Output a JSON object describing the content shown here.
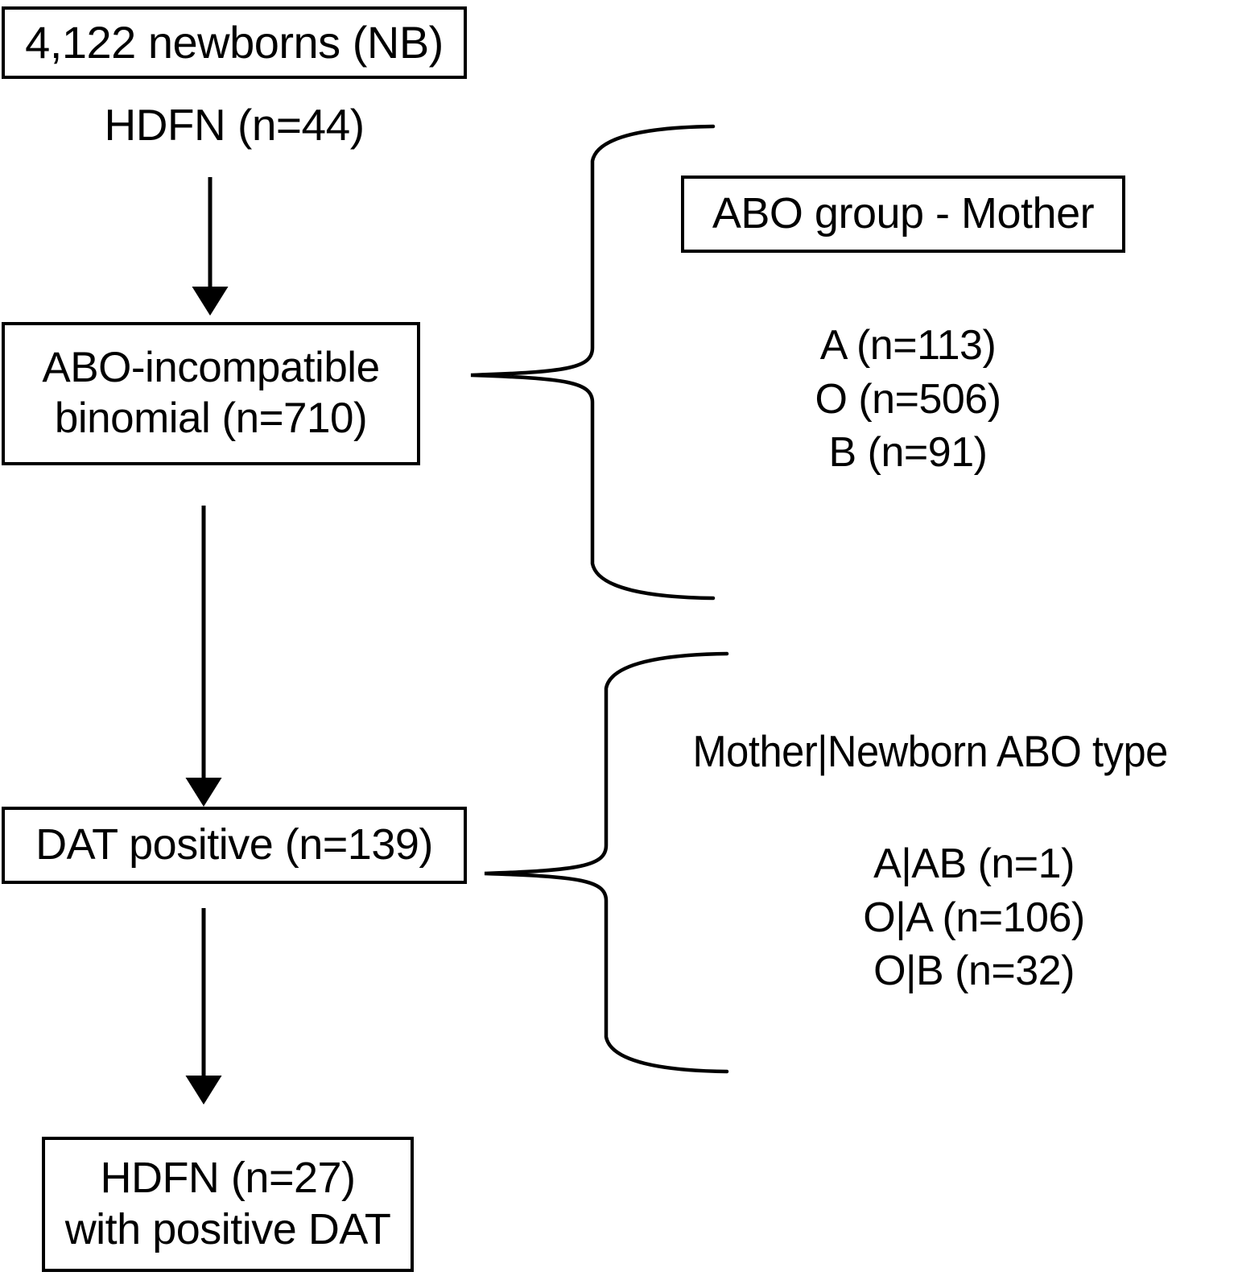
{
  "diagram": {
    "title_flow": "patient-selection-flowchart",
    "stroke_color": "#000000",
    "background_color": "#ffffff",
    "nodes": {
      "newborns": "4,122 newborns (NB)",
      "hdfn_initial": "HDFN (n=44)",
      "abo_incompatible": "ABO-incompatible\nbinomial (n=710)",
      "dat_positive": "DAT positive (n=139)",
      "hdfn_final": "HDFN (n=27)\nwith positive DAT"
    },
    "branch_one": {
      "header": "ABO group - Mother",
      "items": [
        "A (n=113)",
        "O (n=506)",
        "B (n=91)"
      ],
      "items_text": "A (n=113)\nO (n=506)\nB (n=91)"
    },
    "branch_two": {
      "header": "Mother|Newborn ABO type",
      "items": [
        "A|AB (n=1)",
        "O|A (n=106)",
        "O|B (n=32)"
      ],
      "items_text": "A|AB (n=1)\nO|A (n=106)\nO|B (n=32)"
    }
  }
}
